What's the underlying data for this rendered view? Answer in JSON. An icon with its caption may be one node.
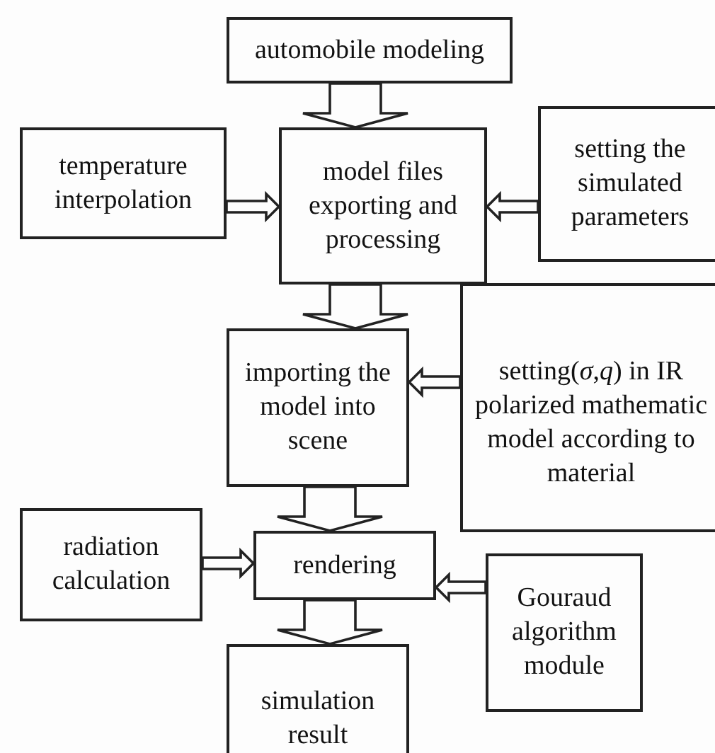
{
  "diagram": {
    "nodes": [
      {
        "text": [
          "automobile modeling"
        ]
      },
      {
        "text": [
          "temperature interpolation"
        ]
      },
      {
        "text": [
          "model files exporting and processing"
        ]
      },
      {
        "text": [
          "setting the simulated parameters"
        ]
      },
      {
        "text": [
          "importing the model into scene"
        ]
      },
      {
        "text": [
          "setting(*σ*,*q*) in IR polarized mathematic model according to material"
        ]
      },
      {
        "text": [
          "radiation calculation"
        ]
      },
      {
        "text": [
          "rendering"
        ]
      },
      {
        "text": [
          "Gouraud algorithm module"
        ]
      },
      {
        "text": [
          "simulation result"
        ]
      }
    ],
    "edges": [
      {
        "from": 0,
        "to": 2,
        "arrow": "to"
      },
      {
        "from": 1,
        "to": 2,
        "arrow": "to"
      },
      {
        "from": 3,
        "to": 2,
        "arrow": "to"
      },
      {
        "from": 2,
        "to": 4,
        "arrow": "to"
      },
      {
        "from": 5,
        "to": 4,
        "arrow": "to"
      },
      {
        "from": 4,
        "to": 7,
        "arrow": "to"
      },
      {
        "from": 6,
        "to": 7,
        "arrow": "to"
      },
      {
        "from": 8,
        "to": 7,
        "arrow": "to"
      },
      {
        "from": 7,
        "to": 9,
        "arrow": "to"
      }
    ]
  }
}
